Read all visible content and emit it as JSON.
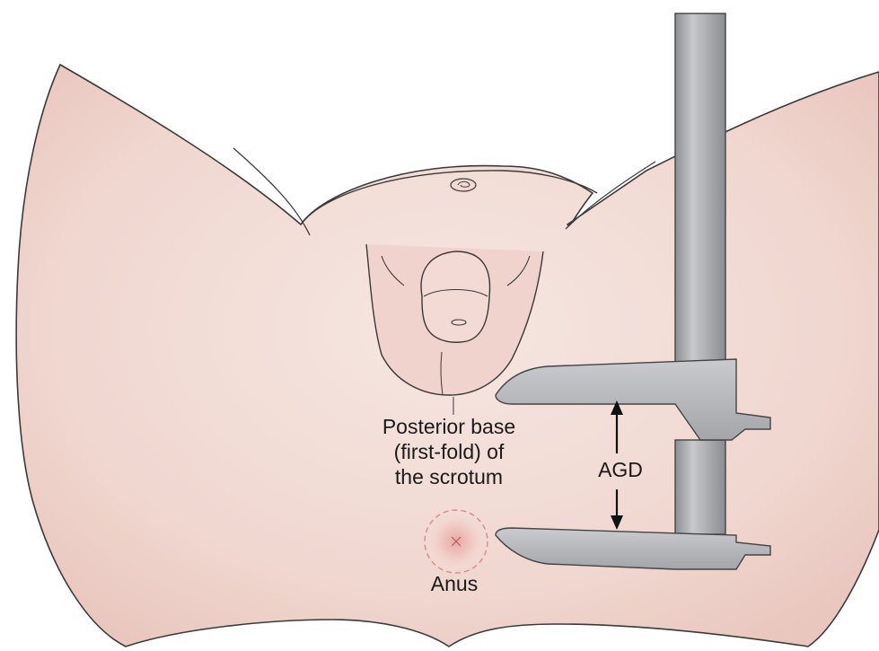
{
  "labels": {
    "scrotum_line1": "Posterior base",
    "scrotum_line2": "(first-fold) of",
    "scrotum_line3": "the scrotum",
    "agd": "AGD",
    "anus": "Anus"
  },
  "colors": {
    "skin": "#f2dcd6",
    "skin_shadow": "#e8c6bd",
    "outline": "#3a3a3a",
    "caliper_fill": "#b3b5b8",
    "caliper_dark": "#7a7c80",
    "anus_ring": "#d98a86"
  },
  "icons": {
    "caliper": "caliper-icon",
    "arrow": "double-arrow-icon"
  }
}
